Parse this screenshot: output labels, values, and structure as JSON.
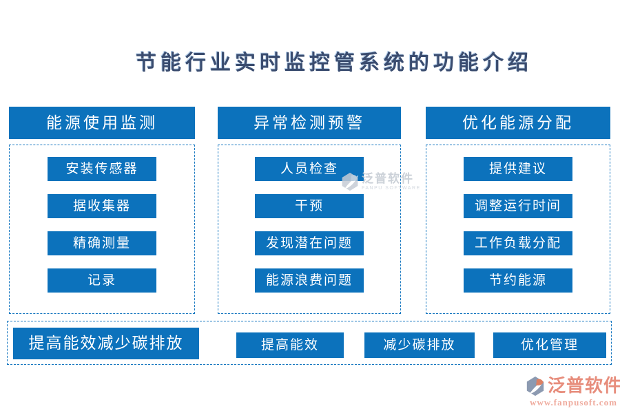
{
  "title": "节能行业实时监控管系统的功能介绍",
  "colors": {
    "node_blue": "#0c72bc",
    "dash_border_blue": "#1677c0",
    "title_navy": "#3a4c6f",
    "watermark_gray": "#c3c9d2",
    "logo_brand_salmon": "#e78d7c",
    "logo_url_salmon": "#efab9e",
    "logo_mark_gray": "#8c9ab1",
    "logo_mark_orange": "#dc8063"
  },
  "columns": [
    {
      "header": "能源使用监测",
      "items": [
        "安装传感器",
        "据收集器",
        "精确测量",
        "记录"
      ]
    },
    {
      "header": "异常检测预警",
      "items": [
        "人员检查",
        "干预",
        "发现潜在问题",
        "能源浪费问题"
      ]
    },
    {
      "header": "优化能源分配",
      "items": [
        "提供建议",
        "调整运行时间",
        "工作负载分配",
        "节约能源"
      ]
    }
  ],
  "bottom": {
    "header": "提高能效减少碳排放",
    "items": [
      "提高能效",
      "减少碳排放",
      "优化管理"
    ]
  },
  "watermark": {
    "brand": "泛普软件",
    "subtitle": "FANPU SOFTWARE"
  },
  "footer": {
    "brand": "泛普软件",
    "url": "www.fanpusoft.com"
  }
}
